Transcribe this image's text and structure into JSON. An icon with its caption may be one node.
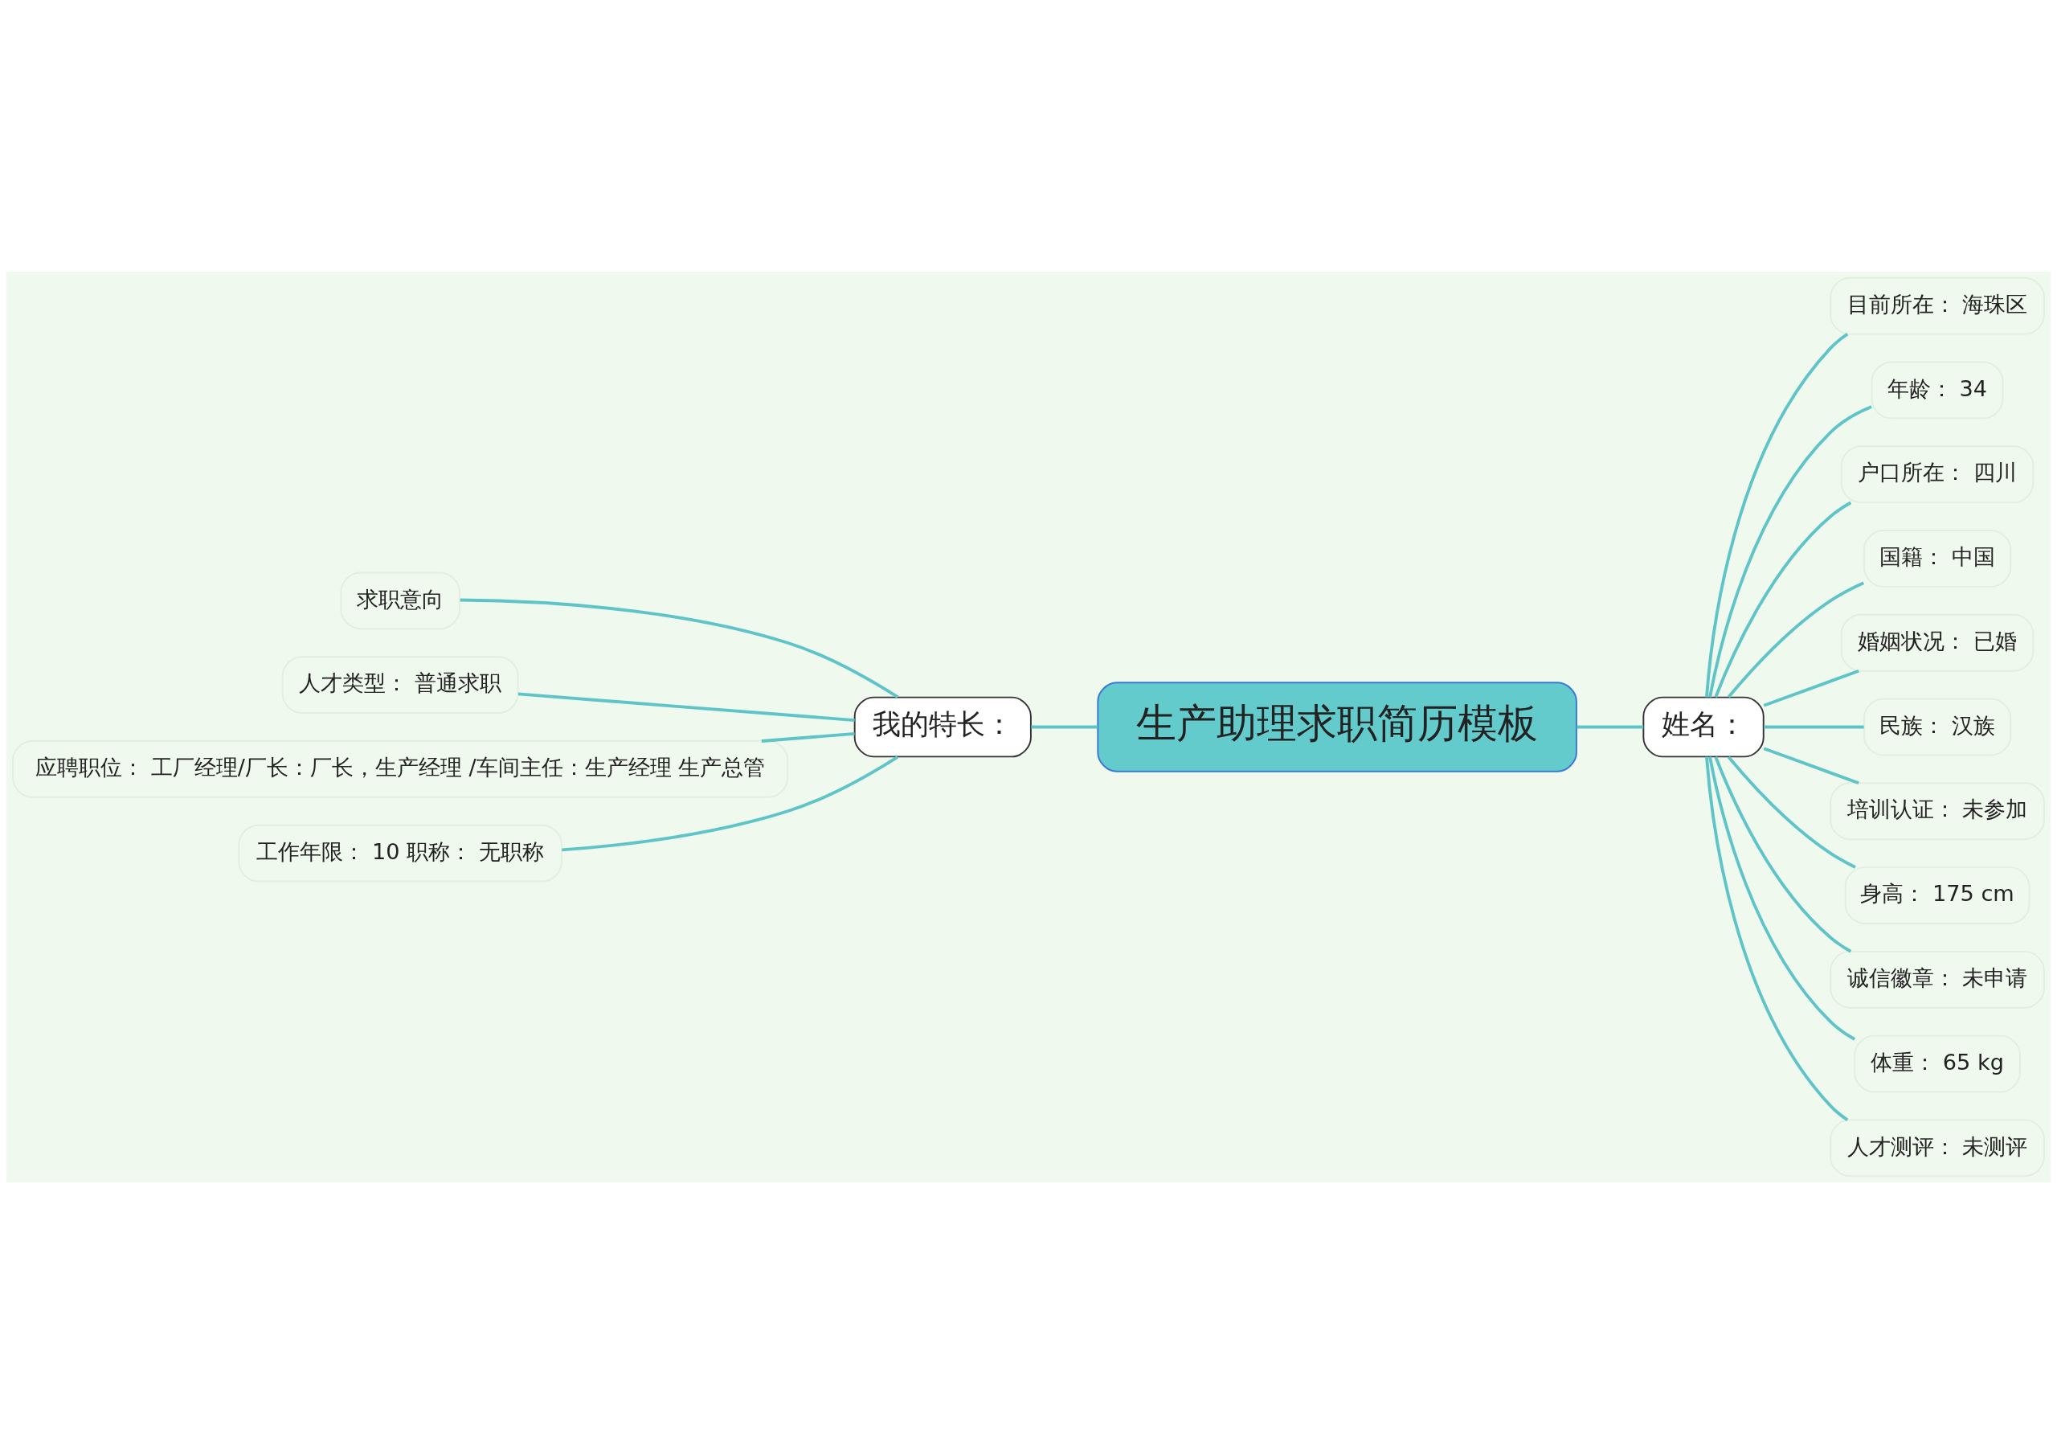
{
  "diagram": {
    "nodes": [
      {
        "text": [
          "生产助理求职简历模板"
        ]
      },
      {
        "text": [
          "我的特长："
        ]
      },
      {
        "text": [
          "求职意向"
        ]
      },
      {
        "text": [
          "人才类型： 普通求职"
        ]
      },
      {
        "text": [
          "应聘职位： 工厂经理/厂长：厂长，生产经理 /车间主任：生产经理 生产总管"
        ]
      },
      {
        "text": [
          "工作年限： 10 职称： 无职称"
        ]
      },
      {
        "text": [
          "姓名："
        ]
      },
      {
        "text": [
          "目前所在： 海珠区"
        ]
      },
      {
        "text": [
          "年龄： 34"
        ]
      },
      {
        "text": [
          "户口所在： 四川"
        ]
      },
      {
        "text": [
          "国籍： 中国"
        ]
      },
      {
        "text": [
          "婚姻状况： 已婚"
        ]
      },
      {
        "text": [
          "民族： 汉族"
        ]
      },
      {
        "text": [
          "培训认证： 未参加"
        ]
      },
      {
        "text": [
          "身高： 175 cm"
        ]
      },
      {
        "text": [
          "诚信徽章： 未申请"
        ]
      },
      {
        "text": [
          "体重： 65 kg"
        ]
      },
      {
        "text": [
          "人才测评： 未测评"
        ]
      }
    ],
    "edges": [
      {
        "from": 0,
        "to": 1,
        "arrow": "none"
      },
      {
        "from": 1,
        "to": 2,
        "arrow": "none"
      },
      {
        "from": 1,
        "to": 3,
        "arrow": "none"
      },
      {
        "from": 1,
        "to": 4,
        "arrow": "none"
      },
      {
        "from": 1,
        "to": 5,
        "arrow": "none"
      },
      {
        "from": 0,
        "to": 6,
        "arrow": "none"
      },
      {
        "from": 6,
        "to": 7,
        "arrow": "none"
      },
      {
        "from": 6,
        "to": 8,
        "arrow": "none"
      },
      {
        "from": 6,
        "to": 9,
        "arrow": "none"
      },
      {
        "from": 6,
        "to": 10,
        "arrow": "none"
      },
      {
        "from": 6,
        "to": 11,
        "arrow": "none"
      },
      {
        "from": 6,
        "to": 12,
        "arrow": "none"
      },
      {
        "from": 6,
        "to": 13,
        "arrow": "none"
      },
      {
        "from": 6,
        "to": 14,
        "arrow": "none"
      },
      {
        "from": 6,
        "to": 15,
        "arrow": "none"
      },
      {
        "from": 6,
        "to": 16,
        "arrow": "none"
      },
      {
        "from": 6,
        "to": 17,
        "arrow": "none"
      }
    ]
  }
}
